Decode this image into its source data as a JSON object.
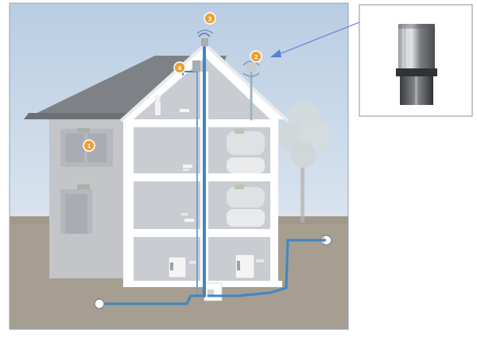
{
  "colors": {
    "sky_top": "#b9cde3",
    "sky_bottom": "#e4ecf3",
    "ground": "#a69e90",
    "ground_dark": "#8f887b",
    "roof": "#7e8186",
    "wall_side": "#c3c5c9",
    "wall_front": "#d4d6da",
    "interior": "#c9ccd1",
    "section_white": "#ffffff",
    "pipe_blue": "#3f86c4",
    "badge_orange": "#f0a030",
    "arrow_blue": "#5b7fd6"
  },
  "badges": [
    {
      "number": "1",
      "name": "wall-outlet-marker"
    },
    {
      "number": "2",
      "name": "roof-vent-marker"
    },
    {
      "number": "3",
      "name": "roof-top-marker"
    },
    {
      "number": "4",
      "name": "attic-marker"
    }
  ],
  "icons": [
    "tree",
    "radiator",
    "vent-cap",
    "pipe",
    "outdoor-inlet",
    "boiler-unit"
  ],
  "detail_callout": {
    "description_visible": false
  }
}
